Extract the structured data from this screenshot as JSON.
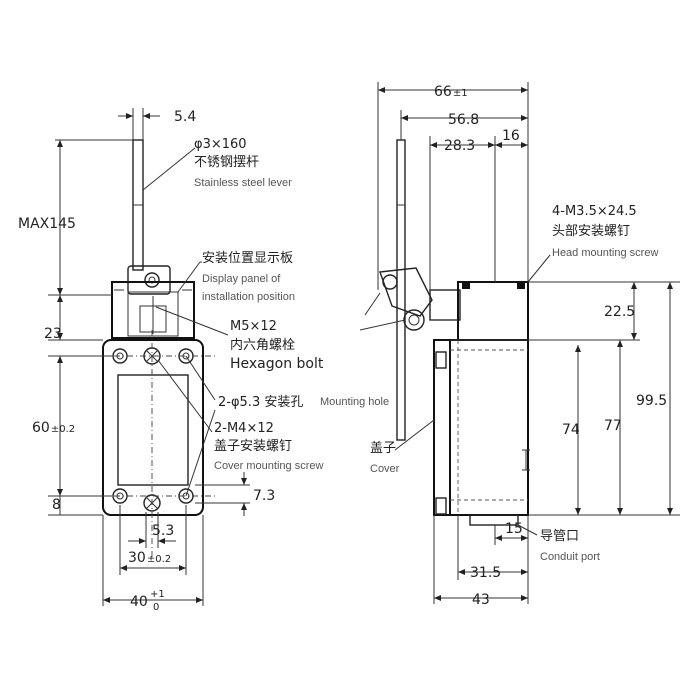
{
  "front": {
    "dim_lever_width": "5.4",
    "dim_max": "MAX145",
    "dim_23": "23",
    "dim_60": "60",
    "dim_60_tol": "±0.2",
    "dim_8": "8",
    "dim_7_3": "7.3",
    "dim_5_3": "5.3",
    "dim_30": "30",
    "dim_30_tol": "±0.2",
    "dim_40": "40",
    "dim_40_tol_up": "+1",
    "dim_40_tol_down": "0"
  },
  "callouts": {
    "lever_cn": "φ3×160",
    "lever_cn2": "不锈钢摆杆",
    "lever_en": "Stainless steel lever",
    "display_cn": "安装位置显示板",
    "display_en1": "Display panel of",
    "display_en2": "installation position",
    "hex_cn": "M5×12",
    "hex_cn2": "内六角螺栓",
    "hex_en": "Hexagon bolt",
    "mount_cn": "2-φ5.3 安装孔",
    "mount_en": "Mounting hole",
    "cover_screw_cn": "2-M4×12",
    "cover_screw_cn2": "盖子安装螺钉",
    "cover_screw_en": "Cover mounting screw",
    "head_screw_cn": "4-M3.5×24.5",
    "head_screw_cn2": "头部安装螺钉",
    "head_screw_en": "Head mounting screw",
    "cover_cn": "盖子",
    "cover_en": "Cover",
    "conduit_cn": "导管口",
    "conduit_en": "Conduit port"
  },
  "side": {
    "dim_66": "66",
    "dim_66_tol": "±1",
    "dim_56_8": "56.8",
    "dim_28_3": "28.3",
    "dim_16": "16",
    "dim_22_5": "22.5",
    "dim_99_5": "99.5",
    "dim_74": "74",
    "dim_77": "77",
    "dim_15": "15",
    "dim_31_5": "31.5",
    "dim_43": "43"
  }
}
